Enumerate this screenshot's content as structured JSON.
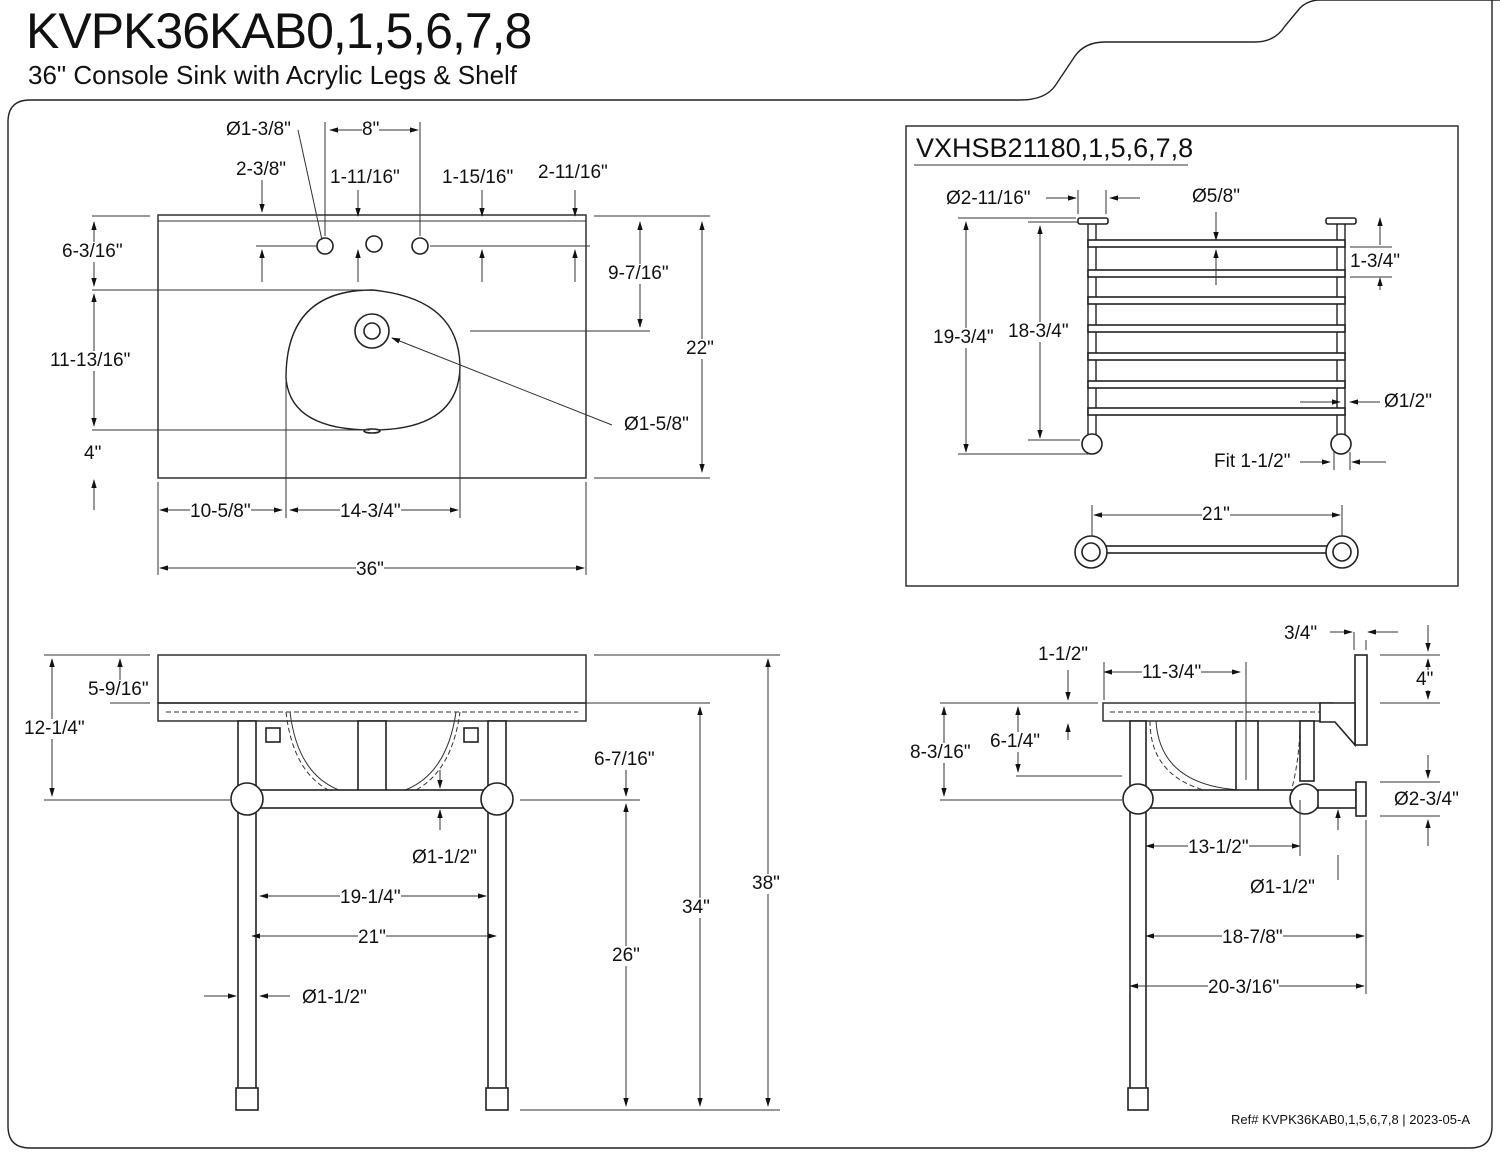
{
  "header": {
    "model": "KVPK36KAB0,1,5,6,7,8",
    "description": "36\" Console Sink with Acrylic Legs & Shelf"
  },
  "top_view": {
    "labels": [
      "Ø1-3/8\"",
      "8\"",
      "2-3/8\"",
      "1-11/16\"",
      "1-15/16\"",
      "2-11/16\"",
      "6-3/16\"",
      "9-7/16\"",
      "11-13/16\"",
      "22\"",
      "Ø1-5/8\"",
      "4\"",
      "10-5/8\"",
      "14-3/4\"",
      "36\""
    ]
  },
  "shelf_inset": {
    "model": "VXHSB21180,1,5,6,7,8",
    "labels": [
      "Ø2-11/16\"",
      "Ø5/8\"",
      "19-3/4\"",
      "18-3/4\"",
      "1-3/4\"",
      "Ø1/2\"",
      "Fit 1-1/2\"",
      "21\""
    ]
  },
  "front_view": {
    "labels": [
      "5-9/16\"",
      "12-1/4\"",
      "6-7/16\"",
      "Ø1-1/2\"",
      "19-1/4\"",
      "21\"",
      "26\"",
      "34\"",
      "38\"",
      "Ø1-1/2\""
    ]
  },
  "side_view": {
    "labels": [
      "3/4\"",
      "1-1/2\"",
      "11-3/4\"",
      "4\"",
      "8-3/16\"",
      "6-1/4\"",
      "Ø2-3/4\"",
      "13-1/2\"",
      "Ø1-1/2\"",
      "18-7/8\"",
      "20-3/16\""
    ]
  },
  "footer": {
    "ref": "Ref# KVPK36KAB0,1,5,6,7,8 | 2023-05-A"
  }
}
